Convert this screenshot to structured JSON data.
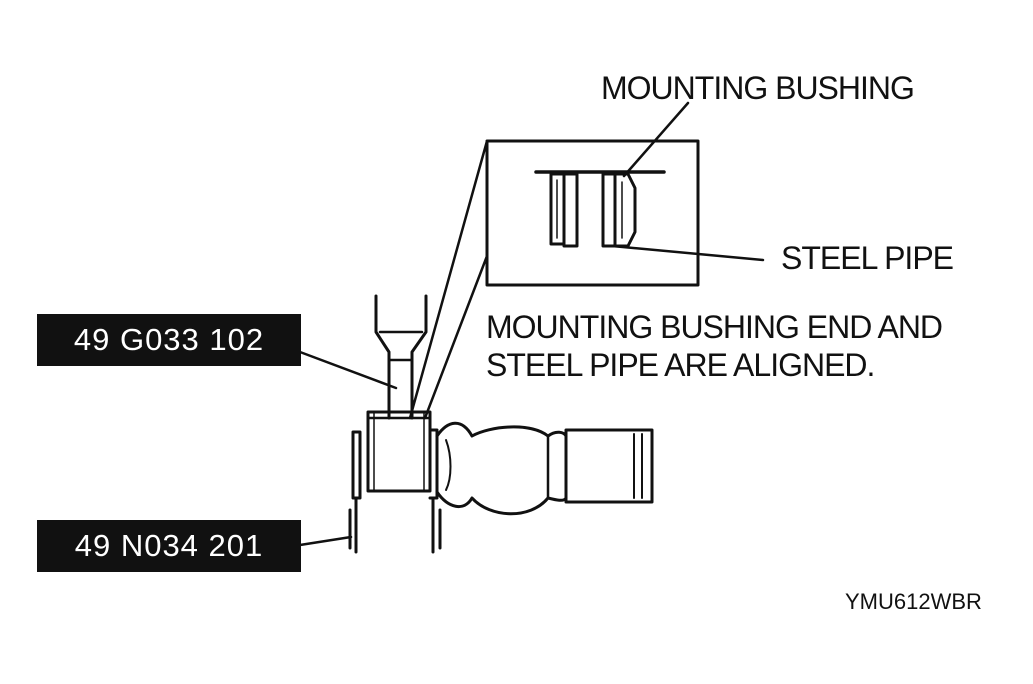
{
  "labels": {
    "mounting_bushing": "MOUNTING BUSHING",
    "steel_pipe": "STEEL PIPE",
    "note_line1": "MOUNTING BUSHING END AND",
    "note_line2": "STEEL PIPE ARE ALIGNED."
  },
  "tools": {
    "upper_tool": "49 G033 102",
    "lower_tool": "49 N034 201"
  },
  "figure_code": "YMU612WBR",
  "colors": {
    "ink": "#111111",
    "paper": "#ffffff",
    "tag_background": "#111111",
    "tag_text": "#ffffff"
  }
}
